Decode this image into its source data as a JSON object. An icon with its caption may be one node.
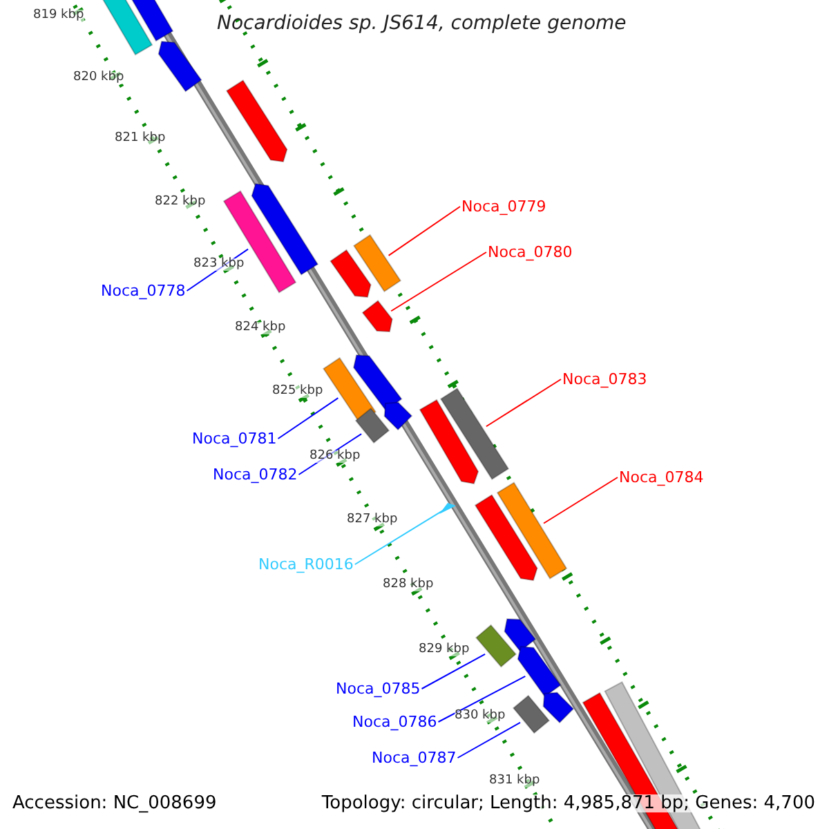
{
  "diagram": {
    "title": "Nocardioides sp. JS614, complete genome",
    "nodes": [
      {
        "text": [
          "Noca_0779"
        ]
      },
      {
        "text": [
          "Noca_0780"
        ]
      },
      {
        "text": [
          "Noca_0778"
        ]
      },
      {
        "text": [
          "Noca_0783"
        ]
      },
      {
        "text": [
          "Noca_0781"
        ]
      },
      {
        "text": [
          "Noca_0782"
        ]
      },
      {
        "text": [
          "Noca_0784"
        ]
      },
      {
        "text": [
          "Noca_R0016"
        ]
      },
      {
        "text": [
          "Noca_0785"
        ]
      },
      {
        "text": [
          "Noca_0786"
        ]
      },
      {
        "text": [
          "Noca_0787"
        ]
      },
      {
        "text": [],
        "shape": "bar"
      },
      {
        "text": [],
        "shape": "bar"
      },
      {
        "text": [],
        "shape": "bar"
      },
      {
        "text": [],
        "shape": "bar"
      },
      {
        "text": [],
        "shape": "bar"
      },
      {
        "text": [],
        "shape": "bar"
      },
      {
        "text": [],
        "shape": "bar"
      },
      {
        "text": [],
        "shape": "bar"
      },
      {
        "text": [],
        "shape": "bar"
      },
      {
        "text": [],
        "shape": "bar"
      },
      {
        "text": [],
        "shape": "bar"
      },
      {
        "text": [],
        "shape": "bar"
      },
      {
        "text": [],
        "shape": "bar"
      },
      {
        "text": [],
        "shape": "bar"
      },
      {
        "text": [],
        "shape": "bar"
      },
      {
        "text": [],
        "shape": "triangle"
      },
      {
        "text": [],
        "shape": "bar"
      },
      {
        "text": [],
        "shape": "bar"
      },
      {
        "text": [],
        "shape": "bar"
      },
      {
        "text": [],
        "shape": "bar"
      },
      {
        "text": [],
        "shape": "bar"
      },
      {
        "text": [],
        "shape": "bar"
      },
      {
        "text": [],
        "shape": "bar"
      },
      {
        "text": [],
        "shape": "bar"
      },
      {
        "text": [],
        "shape": "bar"
      }
    ],
    "edges": [
      {
        "from": 0,
        "to": 18,
        "arrow": "none",
        "color": "#ff0000"
      },
      {
        "from": 1,
        "to": 19,
        "arrow": "none",
        "color": "#ff0000"
      },
      {
        "from": 2,
        "to": 16,
        "arrow": "none"
      },
      {
        "from": 3,
        "to": 25,
        "arrow": "none",
        "color": "#ff0000"
      },
      {
        "from": 4,
        "to": 20,
        "arrow": "none"
      },
      {
        "from": 5,
        "to": 22,
        "arrow": "none"
      },
      {
        "from": 6,
        "to": 28,
        "arrow": "none",
        "color": "#ff0000"
      },
      {
        "from": 7,
        "to": 26,
        "arrow": "none",
        "color": "#33ccff"
      },
      {
        "from": 8,
        "to": 30,
        "arrow": "none"
      },
      {
        "from": 9,
        "to": 31,
        "arrow": "none"
      },
      {
        "from": 10,
        "to": 32,
        "arrow": "none"
      }
    ],
    "labels": [
      "819 kbp",
      "820 kbp",
      "821 kbp",
      "822 kbp",
      "823 kbp",
      "824 kbp",
      "825 kbp",
      "826 kbp",
      "827 kbp",
      "828 kbp",
      "829 kbp",
      "830 kbp",
      "831 kbp",
      "Accession: NC_008699",
      "Topology: circular; Length: 4,985,871 bp; Genes: 4,700"
    ]
  }
}
